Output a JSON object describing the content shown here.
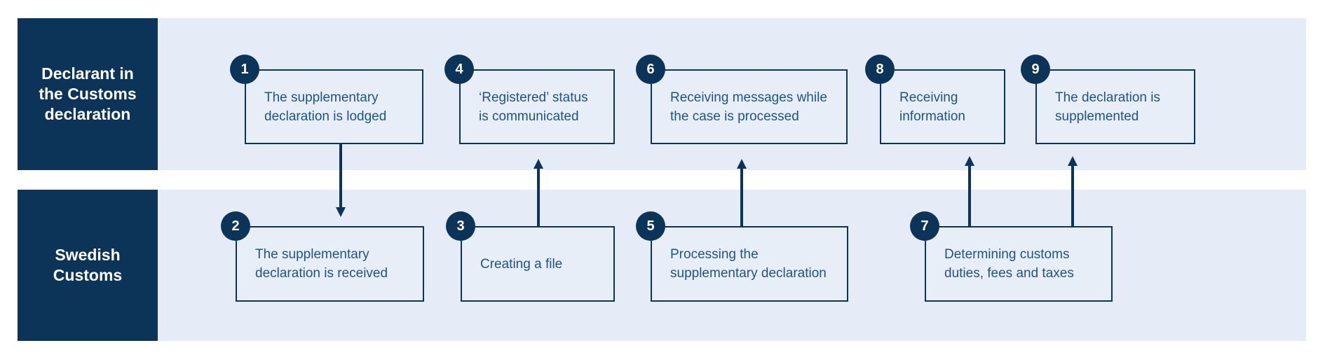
{
  "lanes": [
    {
      "id": "declarant",
      "label": "Declarant in\nthe Customs\ndeclaration"
    },
    {
      "id": "swedish-customs",
      "label": "Swedish\nCustoms"
    }
  ],
  "steps": [
    {
      "number": "1",
      "label": "The supplementary declaration is lodged",
      "lane": "declarant"
    },
    {
      "number": "2",
      "label": "The supplementary declaration is received",
      "lane": "swedish-customs"
    },
    {
      "number": "3",
      "label": "Creating a file",
      "lane": "swedish-customs"
    },
    {
      "number": "4",
      "label": "‘Registered’ status is communicated",
      "lane": "declarant"
    },
    {
      "number": "5",
      "label": "Processing the supplementary declaration",
      "lane": "swedish-customs"
    },
    {
      "number": "6",
      "label": "Receiving messages while the case is processed",
      "lane": "declarant"
    },
    {
      "number": "7",
      "label": "Determining customs duties, fees and taxes",
      "lane": "swedish-customs"
    },
    {
      "number": "8",
      "label": "Receiving information",
      "lane": "declarant"
    },
    {
      "number": "9",
      "label": "The declaration is supplemented",
      "lane": "declarant"
    }
  ],
  "arrows": [
    {
      "from": "1",
      "to": "2",
      "direction": "down"
    },
    {
      "from": "3",
      "to": "4",
      "direction": "up"
    },
    {
      "from": "5",
      "to": "6",
      "direction": "up"
    },
    {
      "from": "7",
      "to": "8",
      "direction": "up"
    },
    {
      "from": "7",
      "to": "9",
      "direction": "up"
    }
  ],
  "colors": {
    "navy": "#0c3459",
    "lane_background": "#e6ecf7",
    "box_text": "#1f5480",
    "page_background": "#ffffff"
  }
}
